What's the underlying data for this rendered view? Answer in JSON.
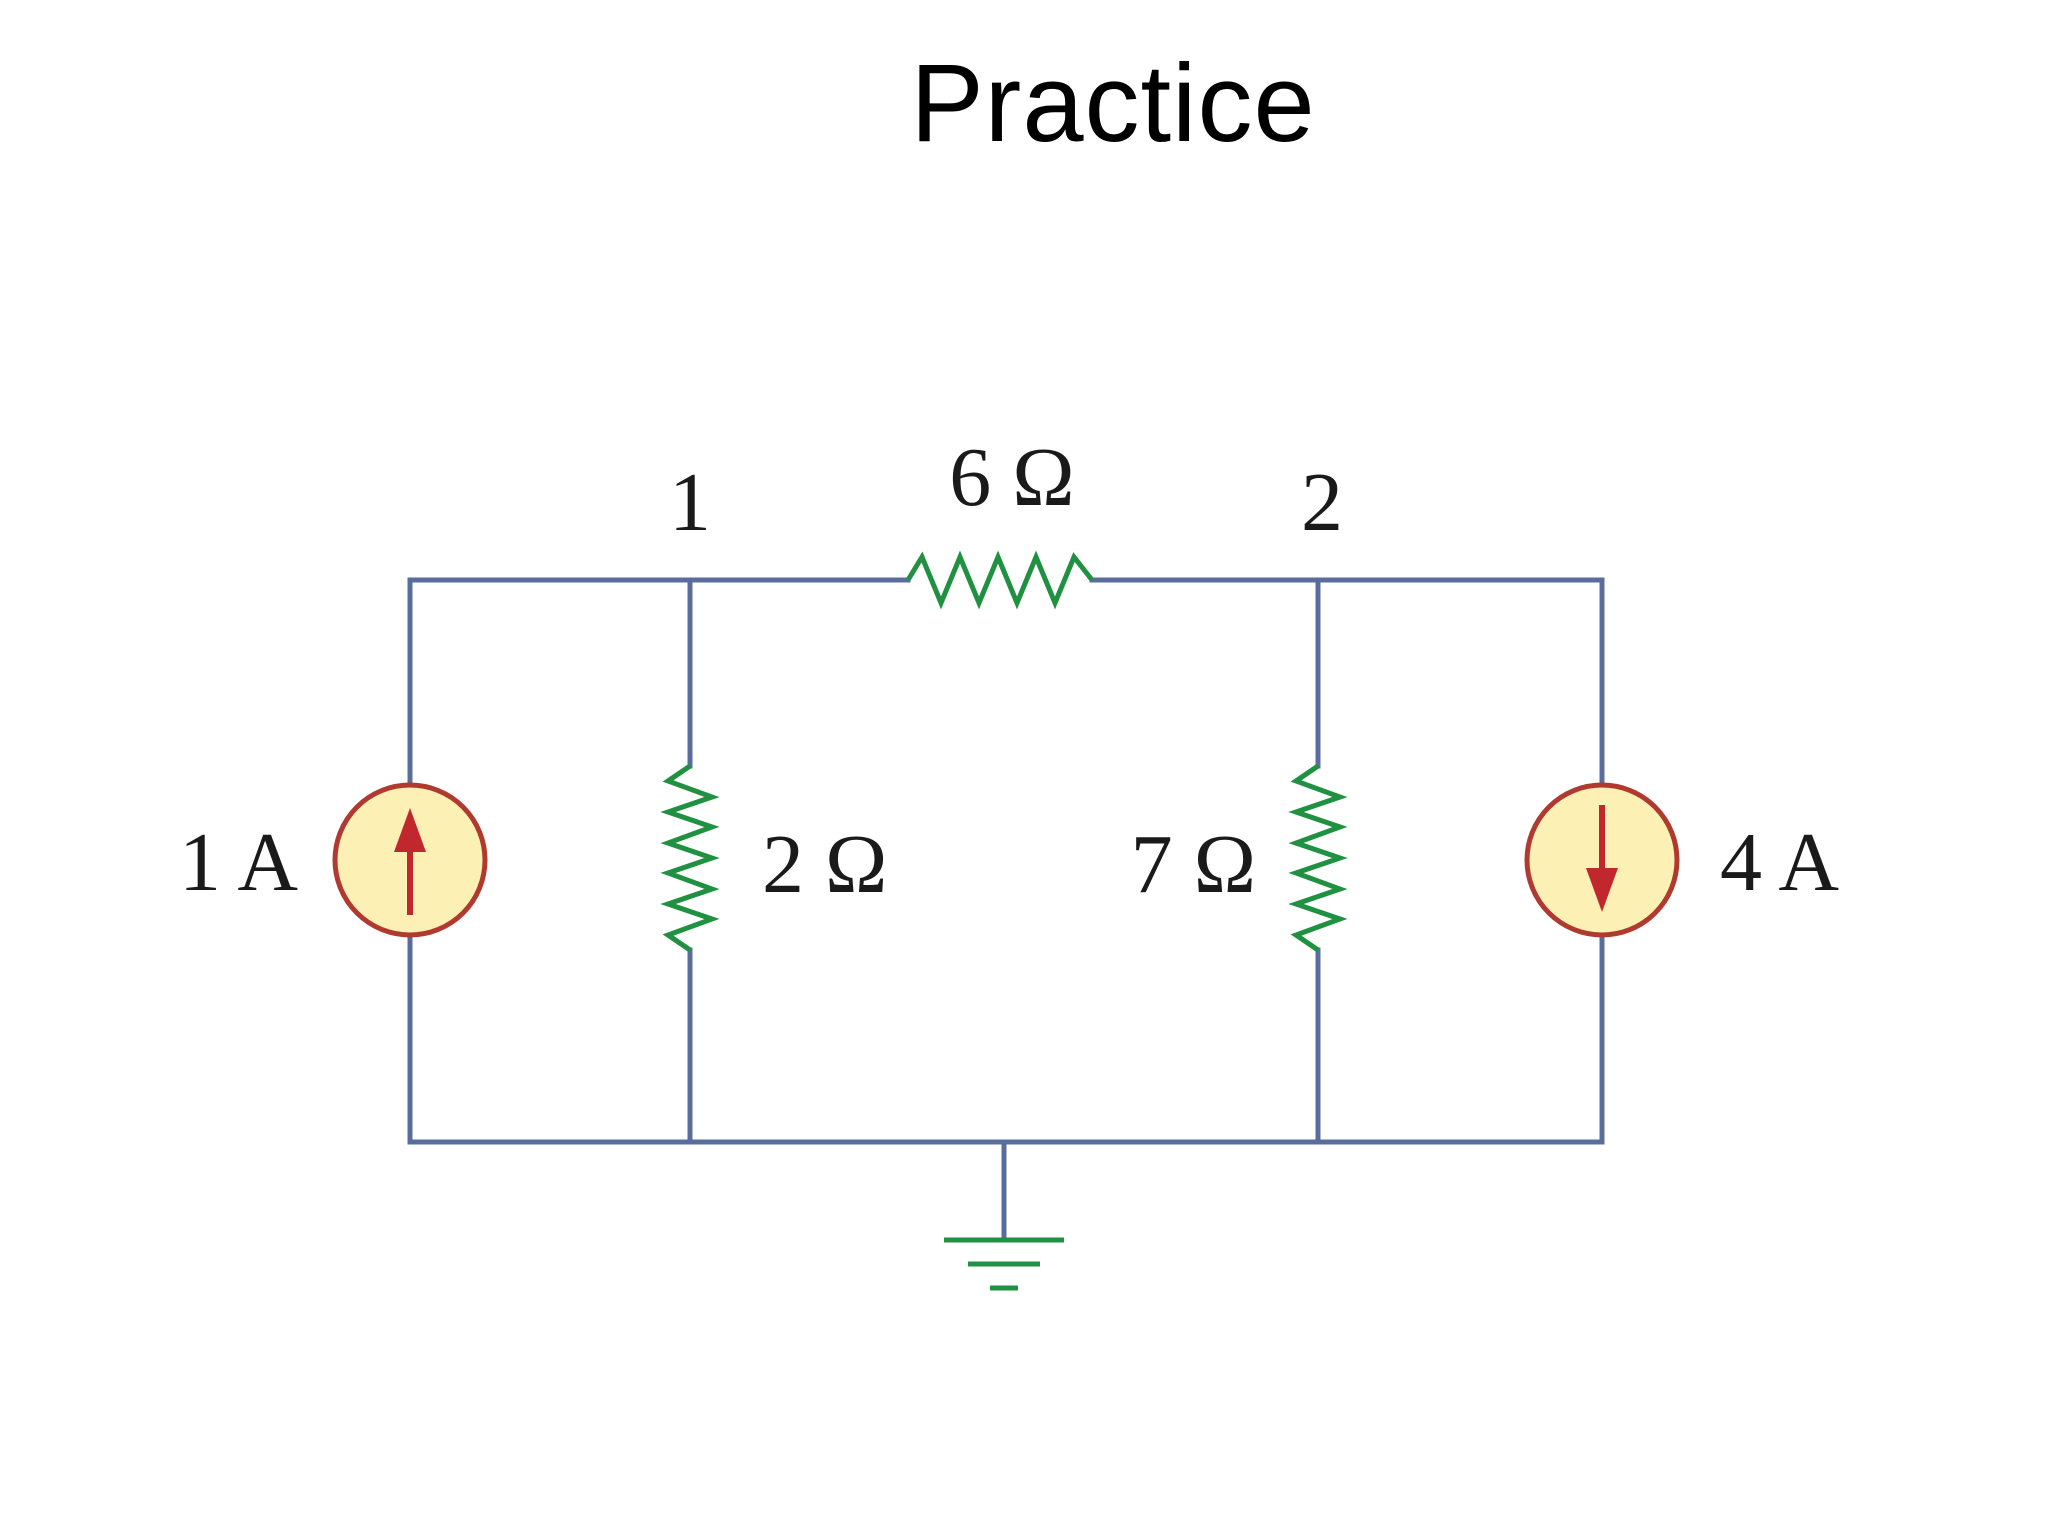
{
  "title": "Practice",
  "colors": {
    "wire": "#5a6c9c",
    "resistor": "#1f9140",
    "source_fill": "#fdf0b4",
    "source_outline": "#b03a30",
    "arrow": "#c0282e"
  },
  "nodes": {
    "node1": "1",
    "node2": "2"
  },
  "components": {
    "r_top": "6 Ω",
    "r_left": "2 Ω",
    "r_right": "7 Ω",
    "src_left": "1 A",
    "src_right": "4 A"
  },
  "sources": {
    "left_direction": "up",
    "right_direction": "down"
  }
}
